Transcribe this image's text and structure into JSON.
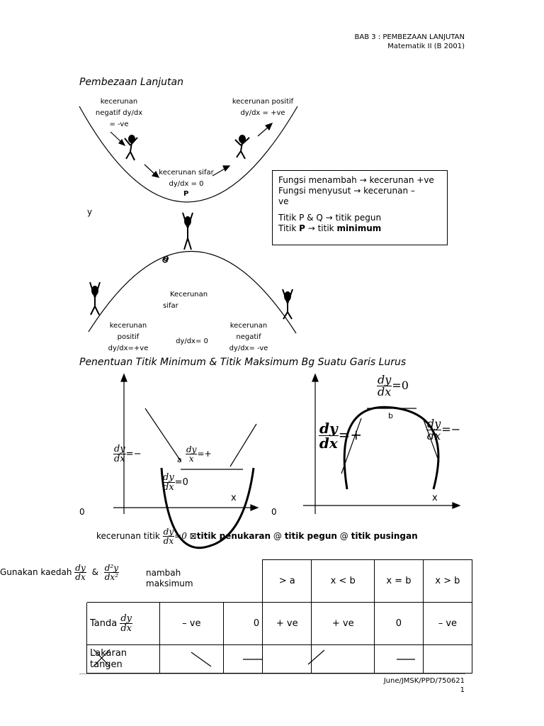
{
  "header": {
    "line1": "BAB 3 : PEMBEZAAN LANJUTAN",
    "line2": "Matematik II (B 2001)"
  },
  "section1_title": "Pembezaan Lanjutan",
  "upper_curve": {
    "left_label_1": "kecerunan",
    "left_label_2": "negatif dy/dx",
    "left_label_3": "= -ve",
    "right_label_1": "kecerunan positif",
    "right_label_2": "dy/dx = +ve",
    "bottom_label_1": "kecerunan sifar",
    "bottom_label_2": "dy/dx = 0",
    "point": "P",
    "axis_y": "y"
  },
  "info_box": {
    "line1": "Fungsi menambah → kecerunan +ve",
    "line2": "Fungsi menyusut     → kecerunan –",
    "line3": "ve",
    "line4": "Titik P & Q → titik pegun",
    "line5_prefix": "Titik ",
    "line5_p": "P",
    "line5_mid": " → titik ",
    "line5_bold": "minimum"
  },
  "lower_curve": {
    "point": "Q",
    "mid_label_1": "Kecerunan",
    "mid_label_2": "sifar",
    "left_1": "kecerunan",
    "left_2": "positif",
    "left_3": "dy/dx=+ve",
    "center": "dy/dx= 0",
    "right_1": "kecerunan",
    "right_2": "negatif",
    "right_3": "dy/dx= -ve"
  },
  "section2_title": "Penentuan Titik Minimum & Titik Maksimum Bg Suatu Garis Lurus",
  "graph_left": {
    "frac_num": "dy",
    "frac_den": "dx",
    "neg": "=−",
    "pos_num": "dy",
    "pos_den": "x",
    "pos": "=+",
    "zero_num": "dy",
    "zero_den": "dx",
    "zero": "=0",
    "point": "a",
    "axis_x": "x",
    "origin": "0"
  },
  "graph_right": {
    "top_num": "dy",
    "top_den": "dx",
    "top": "=0",
    "left_num": "dy",
    "left_den": "dx",
    "left": "=+",
    "right_num": "dy",
    "right_den": "dx",
    "right": "=−",
    "point": "b",
    "axis_x": "x",
    "origin": "0"
  },
  "turning": {
    "prefix": "kecerunan titik",
    "num": "dy",
    "den": "dx",
    "eq": "=0",
    "arrow": "⊠",
    "b1": "titik penukaran",
    "at1": " @ ",
    "b2": "titik pegun",
    "at2": " @ ",
    "b3": "titik pusingan"
  },
  "table": {
    "caption_prefix": "Gunakan kaedah",
    "d1_num": "dy",
    "d1_den": "dx",
    "amp": "&",
    "d2_num": "d²y",
    "d2_den": "dx²",
    "hidden_1": "nambah",
    "hidden_2": "maksimum",
    "header": [
      "> a",
      "x < b",
      "x = b",
      "x > b"
    ],
    "row1_label": "Tanda",
    "row1_num": "dy",
    "row1_den": "dx",
    "row1": [
      "– ve",
      "0",
      "+ ve",
      "+ ve",
      "0",
      "– ve"
    ],
    "row2_label_1": "Lakaran",
    "row2_label_2": "tangen"
  },
  "footer": {
    "line1": "June/JMSK/PPD/750621",
    "line2": "1"
  }
}
